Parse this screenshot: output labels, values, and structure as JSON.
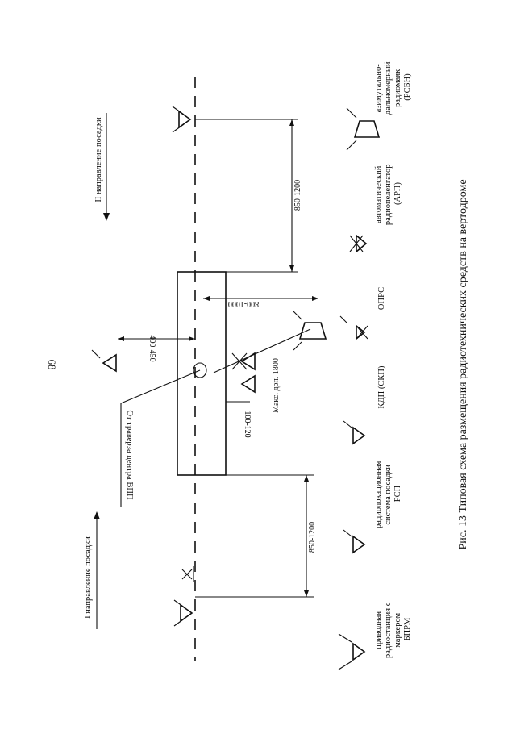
{
  "page_number": "68",
  "caption": "Рис. 13 Типовая схема размещения радиотехнических средств на вертодроме",
  "direction_1": "I направление посадки",
  "direction_2": "II направление посадки",
  "center_label": "От траверза центра ВПП",
  "dims": {
    "d850_1200_left": "850-1200",
    "d850_1200_right": "850-1200",
    "d400_450": "400-450",
    "d800_1000": "800-1000",
    "d100_120": "100-120",
    "max_1800": "Макс. доп. 1800"
  },
  "legend": {
    "bprm": [
      "приводная",
      "радиостанция с",
      "маркером",
      "БПРМ"
    ],
    "rsp": [
      "радиолокационная",
      "система посадки",
      "РСП"
    ],
    "kdp": "КДП (СКП)",
    "oprs": "ОПРС",
    "arp": [
      "автоматический",
      "радиопеленгатор",
      "(АРП)"
    ],
    "rsbn": [
      "азимутально-",
      "дальномерный",
      "радиомаяк",
      "(РСБН)"
    ]
  }
}
